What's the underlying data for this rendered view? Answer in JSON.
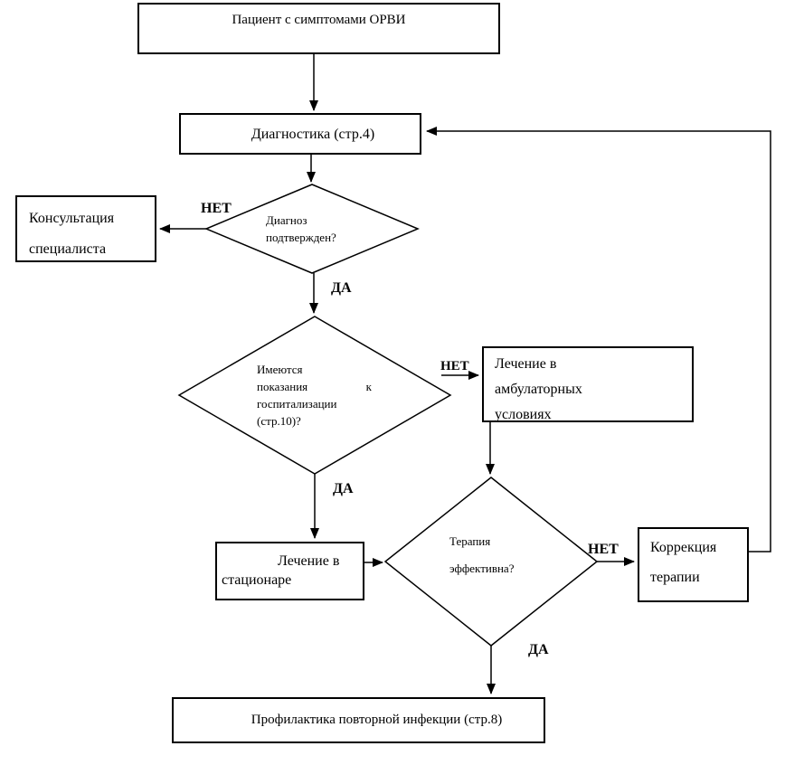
{
  "labels": {
    "yes": "ДА",
    "no": "НЕТ"
  },
  "nodes": {
    "patient": {
      "text": "Пациент с симптомами ОРВИ"
    },
    "diagnostics": {
      "text": "Диагностика (стр.4)"
    },
    "consultation": {
      "line1": "Консультация",
      "line2": "специалиста"
    },
    "confirmed": {
      "line1": "Диагноз",
      "line2": "подтвержден?"
    },
    "hospitalization": {
      "line1": "Имеются",
      "line2_left": "показания",
      "line2_right": "к",
      "line3": "госпитализации",
      "line4": "(стр.10)?"
    },
    "outpatient": {
      "line1": "Лечение в",
      "line2": "амбулаторных",
      "line3": "условиях"
    },
    "inpatient": {
      "line1": "Лечение в",
      "line2": "стационаре"
    },
    "therapy": {
      "line1": "Терапия",
      "line2": "эффективна?"
    },
    "correction": {
      "line1": "Коррекция",
      "line2": "терапии"
    },
    "prevention": {
      "text": "Профилактика повторной инфекции (стр.8)"
    }
  },
  "colors": {
    "line": "#000000",
    "background": "#ffffff"
  }
}
